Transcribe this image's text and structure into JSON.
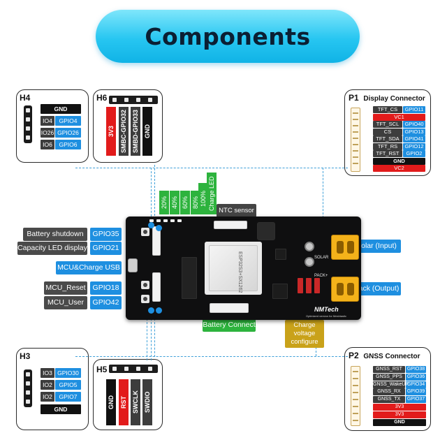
{
  "title": "Components",
  "h4": {
    "title": "H4",
    "gnd": "GND",
    "rows": [
      {
        "io": "IO4",
        "gpio": "GPIO4"
      },
      {
        "io": "IO26",
        "gpio": "GPIO26"
      },
      {
        "io": "IO6",
        "gpio": "GPIO6"
      }
    ]
  },
  "h6": {
    "title": "H6",
    "labels": [
      "3V3",
      "SMBC-GPIO32",
      "SMBD-GPIO33",
      "GND"
    ]
  },
  "p1": {
    "title": "P1",
    "subtitle": "Display Connector",
    "rows": [
      {
        "name": "TFT_CS",
        "gpio": "GPIO11"
      },
      {
        "name": "VC1",
        "gpio": ""
      },
      {
        "name": "TFT_SCL",
        "gpio": "GPIO40"
      },
      {
        "name": "CS",
        "gpio": "GPIO13"
      },
      {
        "name": "TFT_SDA",
        "gpio": "GPIO41"
      },
      {
        "name": "TFT_RS",
        "gpio": "GPIO12"
      },
      {
        "name": "TFT_RST",
        "gpio": "GPIO2"
      },
      {
        "name": "GND",
        "gpio": ""
      },
      {
        "name": "VC2",
        "gpio": ""
      }
    ]
  },
  "charge_led": {
    "title": "Charge LED",
    "levels": [
      "20%",
      "40%",
      "60%",
      "80%",
      "100%"
    ]
  },
  "ntc": "NTC sensor",
  "left_labels": [
    {
      "name": "Battery shutdown",
      "gpio": "GPIO35"
    },
    {
      "name": "Capacity LED display",
      "gpio": "GPIO21"
    }
  ],
  "mcu_usb": "MCU&Charge USB",
  "left_labels_2": [
    {
      "name": "MCU_Reset",
      "gpio": "GPIO18"
    },
    {
      "name": "MCU_User",
      "gpio": "GPIO42"
    }
  ],
  "solar": "Solar (Input)",
  "pack": "Pack (Output)",
  "battery_connect": "Battery Connect",
  "charge_voltage": [
    "Charge",
    "voltage",
    "configure"
  ],
  "board": {
    "brand": "NMTech",
    "module_text": "ESP32S3+SX1262",
    "silk_solar": "SOLAR",
    "silk_pack": "PACK+",
    "tagline": "Optimized version for Meshtastic"
  },
  "h3": {
    "title": "H3",
    "gnd": "GND",
    "rows": [
      {
        "io": "IO3",
        "gpio": "GPIO30"
      },
      {
        "io": "IO2",
        "gpio": "GPIO5"
      },
      {
        "io": "IO2",
        "gpio": "GPIO7"
      }
    ]
  },
  "h5": {
    "title": "H5",
    "labels": [
      "GND",
      "RST",
      "SWCLK",
      "SWDIO"
    ]
  },
  "p2": {
    "title": "P2",
    "subtitle": "GNSS Connector",
    "rows": [
      {
        "name": "GNSS_RST",
        "gpio": "GPIO38"
      },
      {
        "name": "GNSS_PPS",
        "gpio": "GPIO36"
      },
      {
        "name": "GNSS_WakeUP",
        "gpio": "GPIO34"
      },
      {
        "name": "GNSS_RX",
        "gpio": "GPIO39"
      },
      {
        "name": "GNSS_TX",
        "gpio": "GPIO37"
      },
      {
        "name": "3V3",
        "gpio": ""
      },
      {
        "name": "3V3",
        "gpio": ""
      },
      {
        "name": "GND",
        "gpio": ""
      }
    ]
  },
  "colors": {
    "accent": "#1e8fe0",
    "red": "#e21b1b",
    "green": "#2db33d",
    "mustard": "#c9a21a"
  }
}
